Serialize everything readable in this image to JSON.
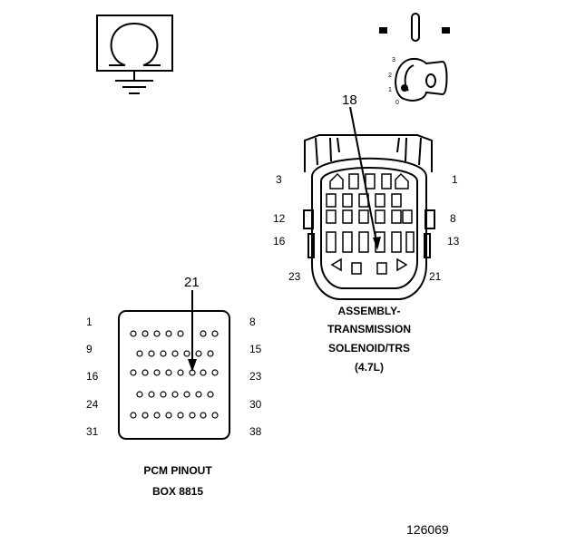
{
  "meter_icon": {
    "name": "ohmmeter-symbol"
  },
  "key_icon": {
    "name": "ignition-key-switch",
    "positions": [
      "3",
      "2",
      "1",
      "0"
    ]
  },
  "transmission_connector": {
    "callout": "18",
    "pin_labels": {
      "top_left": "3",
      "top_right": "1",
      "mid_left": "12",
      "mid_right": "8",
      "low_left": "16",
      "low_right": "13",
      "bottom_left": "23",
      "bottom_right": "21"
    },
    "title_lines": [
      "ASSEMBLY-",
      "TRANSMISSION",
      "SOLENOID/TRS",
      "(4.7L)"
    ]
  },
  "pcm_connector": {
    "callout": "21",
    "row_labels_left": [
      "1",
      "9",
      "16",
      "24",
      "31"
    ],
    "row_labels_right": [
      "8",
      "15",
      "23",
      "30",
      "38"
    ],
    "title_lines": [
      "PCM PINOUT",
      "BOX 8815"
    ]
  },
  "figure_number": "126069"
}
